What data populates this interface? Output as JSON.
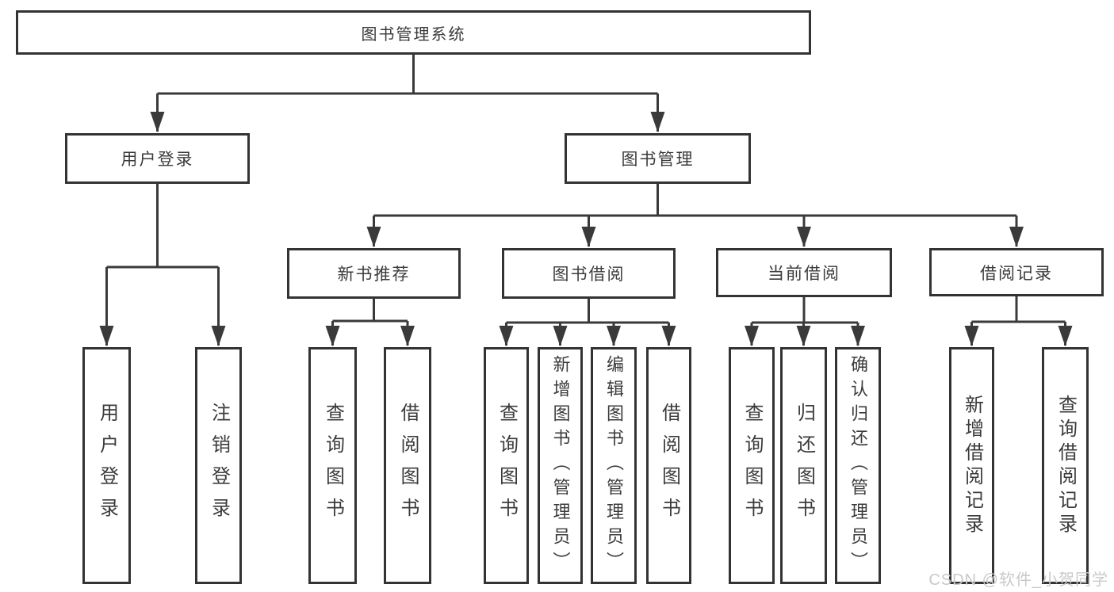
{
  "tree": {
    "root": "图书管理系统",
    "user_login": {
      "label": "用户登录",
      "children": [
        "用户登录",
        "注销登录"
      ]
    },
    "book_management": {
      "label": "图书管理",
      "sections": [
        {
          "label": "新书推荐",
          "children": [
            "查询图书",
            "借阅图书"
          ]
        },
        {
          "label": "图书借阅",
          "children": [
            "查询图书",
            "新增图书（管理员）",
            "编辑图书（管理员）",
            "借阅图书"
          ]
        },
        {
          "label": "当前借阅",
          "children": [
            "查询图书",
            "归还图书",
            "确认归还（管理员）"
          ]
        },
        {
          "label": "借阅记录",
          "children": [
            "新增借阅记录",
            "查询借阅记录"
          ]
        }
      ]
    }
  },
  "watermark": "CSDN @软件_小贺同学",
  "colors": {
    "line": "#3a3a3a",
    "box_border": "#333333",
    "box_background": "#ffffff",
    "text": "#3b3b3b",
    "watermark": "#c9c9c9"
  }
}
